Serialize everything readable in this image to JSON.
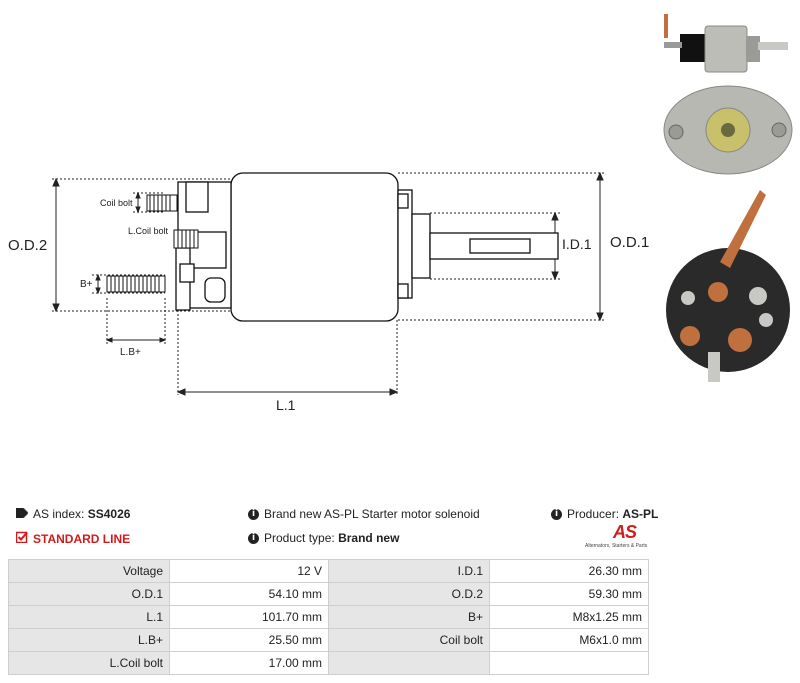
{
  "diagram": {
    "labels": {
      "od2": "O.D.2",
      "od1": "O.D.1",
      "id1": "I.D.1",
      "l1": "L.1",
      "bplus": "B+",
      "lbplus": "L.B+",
      "coil_bolt": "Coil bolt",
      "l_coil_bolt": "L.Coil bolt"
    }
  },
  "info": {
    "as_index_label": "AS index:",
    "as_index_value": "SS4026",
    "standard_line": "STANDARD LINE",
    "description": "Brand new AS-PL Starter motor solenoid",
    "product_type_label": "Product type:",
    "product_type_value": "Brand new",
    "producer_label": "Producer:",
    "producer_value": "AS-PL",
    "logo_mark": "AS",
    "logo_tagline": "Alternators, Starters & Parts"
  },
  "specs": {
    "rows": [
      {
        "k1": "Voltage",
        "v1": "12 V",
        "k2": "I.D.1",
        "v2": "26.30 mm"
      },
      {
        "k1": "O.D.1",
        "v1": "54.10 mm",
        "k2": "O.D.2",
        "v2": "59.30 mm"
      },
      {
        "k1": "L.1",
        "v1": "101.70 mm",
        "k2": "B+",
        "v2": "M8x1.25 mm"
      },
      {
        "k1": "L.B+",
        "v1": "25.50 mm",
        "k2": "Coil bolt",
        "v2": "M6x1.0 mm"
      },
      {
        "k1": "L.Coil bolt",
        "v1": "17.00 mm",
        "k2": "",
        "v2": ""
      }
    ]
  },
  "colors": {
    "accent": "#d01c1c",
    "copper": "#c0703f",
    "metal": "#bdbdb8"
  }
}
